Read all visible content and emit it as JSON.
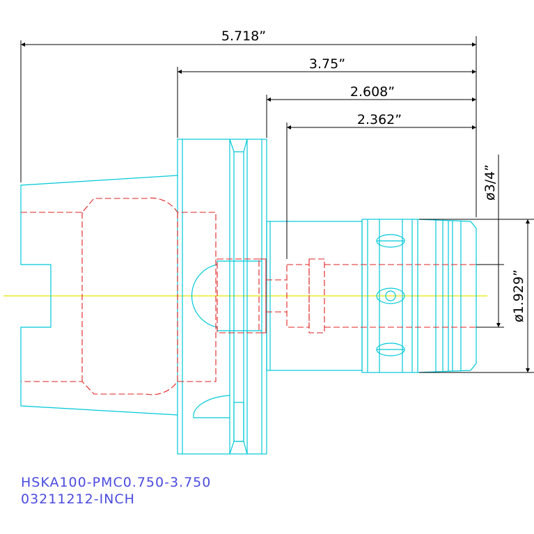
{
  "dimensions": {
    "overall_length": "5.718”",
    "flange_length": "3.75”",
    "shank_length": "2.608”",
    "bore_depth": "2.362”",
    "bore_diameter": "ø3/4”",
    "nose_diameter": "ø1.929”"
  },
  "caption": {
    "part_number": "HSKA100-PMC0.750-3.750",
    "catalog_number": "03211212-INCH"
  },
  "colors": {
    "outline": "#00c8d8",
    "hidden": "#e02020",
    "centerline": "#e6e600",
    "dimension": "#000000",
    "caption": "#4a4ae0"
  }
}
